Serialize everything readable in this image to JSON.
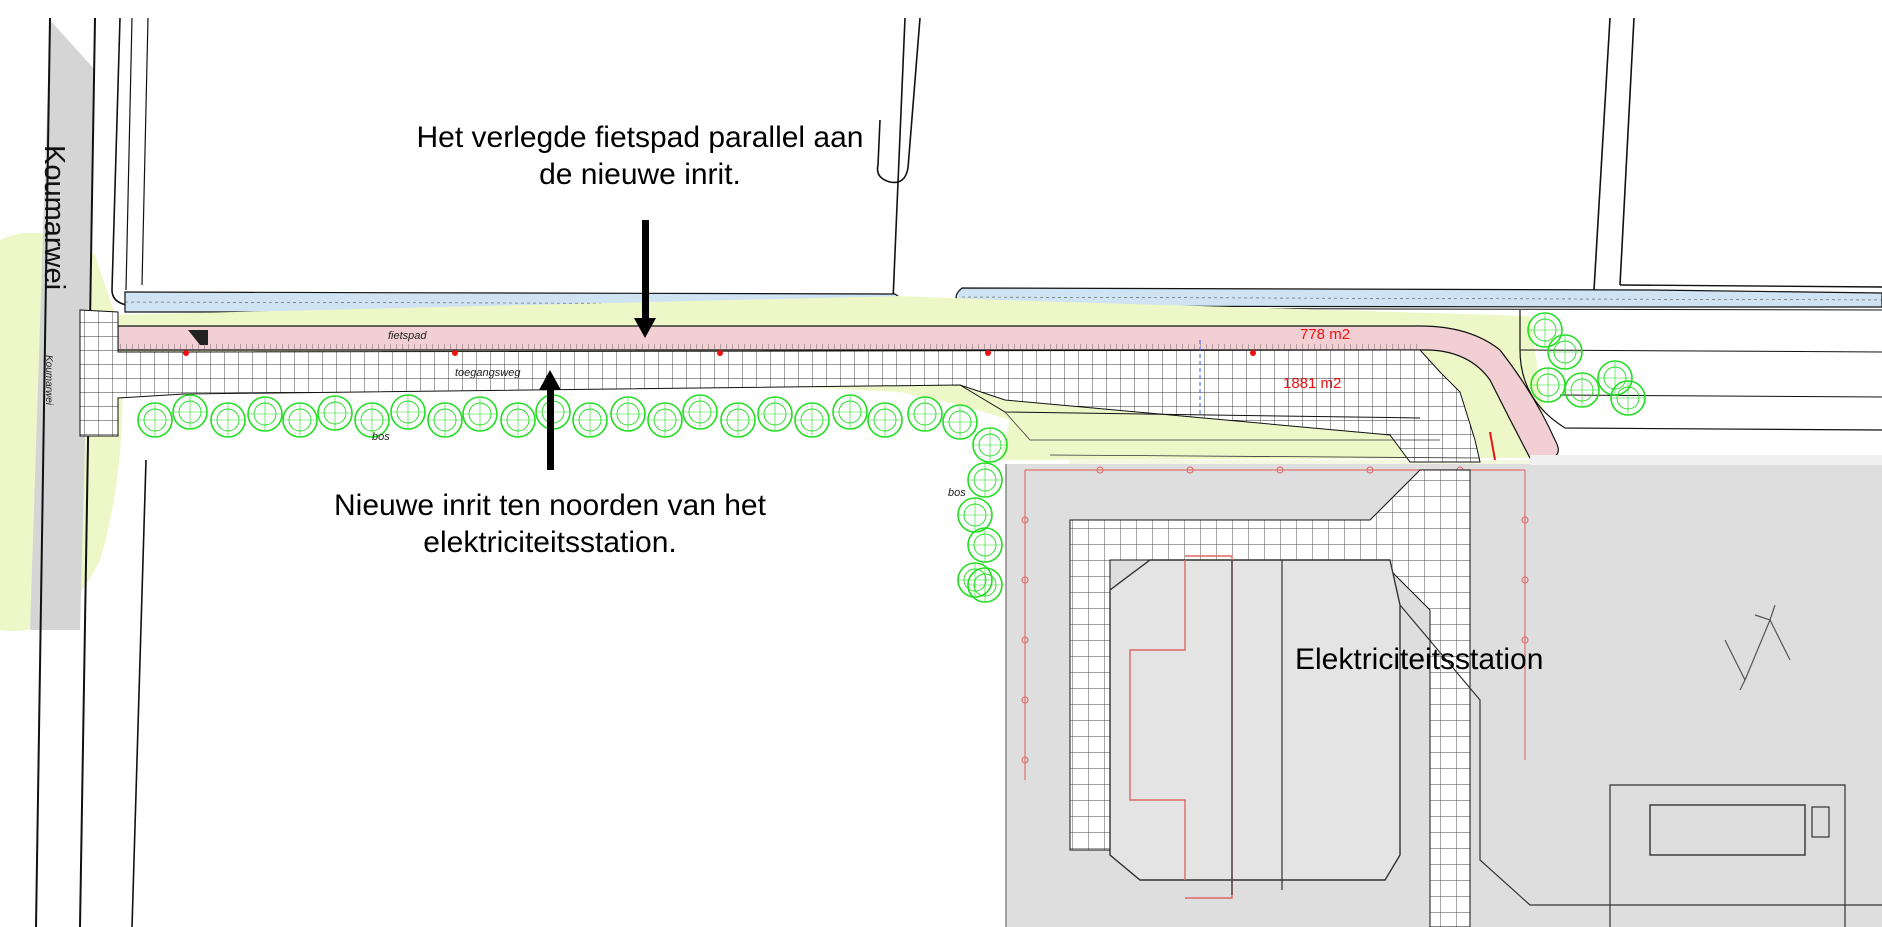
{
  "map": {
    "road_vertical": "Koumarwei",
    "road_vertical_small": "Koumarwei",
    "label_fietspad": "fietspad",
    "label_toegangsweg": "toegangsweg",
    "label_bos_left": "bos",
    "label_bos_right": "bos",
    "area_fietspad": "778 m2",
    "area_inrit": "1881 m2",
    "caption_top_line1": "Het verlegde fietspad parallel aan",
    "caption_top_line2": "de nieuwe inrit.",
    "caption_bottom_line1": "Nieuwe inrit ten noorden van het",
    "caption_bottom_line2": "elektriciteitsstation.",
    "caption_station": "Elektriciteitsstation"
  },
  "colors": {
    "fietspad": "#f2cfd3",
    "verge": "#eef7c8",
    "ditch": "#cfe3f3",
    "station_grey": "#dedede",
    "tree_green": "#22dd22",
    "area_red": "#ee1111"
  }
}
